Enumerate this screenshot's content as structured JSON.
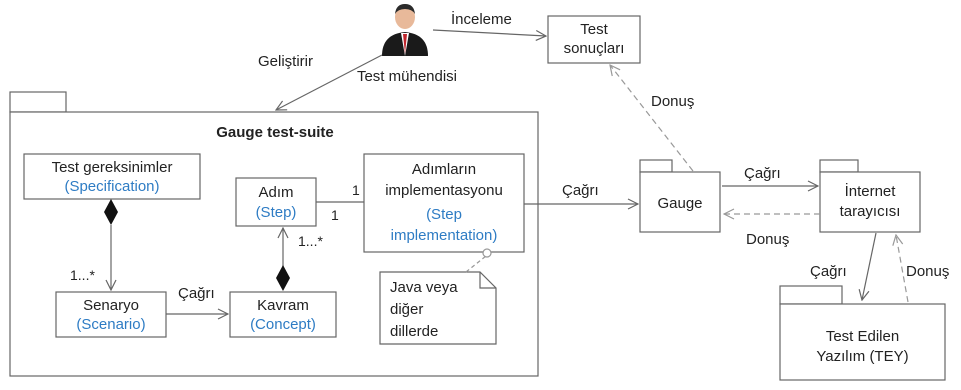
{
  "actor": {
    "label": "Test mühendisi"
  },
  "package": {
    "title": "Gauge test-suite"
  },
  "boxes": {
    "test_results": {
      "line1": "Test",
      "line2": "sonuçları"
    },
    "spec": {
      "line1": "Test gereksinimler",
      "line2": "(Specification)"
    },
    "step": {
      "line1": "Adım",
      "line2": "(Step)"
    },
    "step_impl": {
      "line1": "Adımların",
      "line2": "implementasyonu",
      "line3": "(Step",
      "line4": "implementation)"
    },
    "scenario": {
      "line1": "Senaryo",
      "line2": "(Scenario)"
    },
    "concept": {
      "line1": "Kavram",
      "line2": "(Concept)"
    },
    "gauge": {
      "line1": "Gauge"
    },
    "browser": {
      "line1": "İnternet",
      "line2": "tarayıcısı"
    },
    "sut": {
      "line1": "Test Edilen",
      "line2": "Yazılım (TEY)"
    }
  },
  "note": {
    "line1": "Java veya",
    "line2": "diğer",
    "line3": "dillerde"
  },
  "edges": {
    "develops": "Geliştirir",
    "reviews": "İnceleme",
    "return_results": "Donuş",
    "call_gauge": "Çağrı",
    "call_browser": "Çağrı",
    "return_gauge": "Donuş",
    "call_sut": "Çağrı",
    "return_browser": "Donuş",
    "call_concept": "Çağrı"
  },
  "multiplicities": {
    "spec_scenario": "1...*",
    "concept_step": "1...*",
    "step_end": "1",
    "impl_end": "1"
  },
  "colors": {
    "line": "#666666",
    "dashed": "#999999",
    "blue_text": "#2e7cc4",
    "actor_suit": "#1a1a1a",
    "actor_tie": "#c0262d"
  }
}
